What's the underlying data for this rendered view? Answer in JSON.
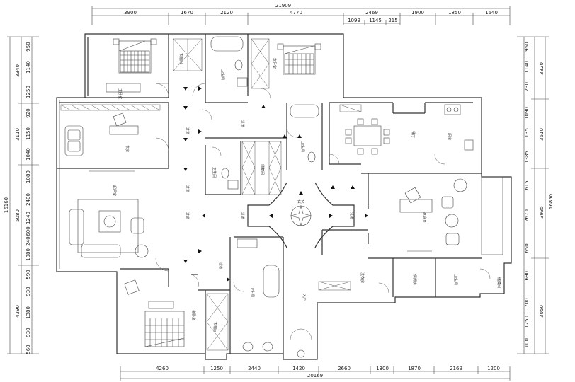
{
  "dimensions": {
    "top_total": "21909",
    "top_segments_left": [
      "3900",
      "1670",
      "2120",
      "4770"
    ],
    "top_segments_right": [
      "2469",
      "1900",
      "1850",
      "1640"
    ],
    "top_sub_segments": [
      "1099",
      "1145",
      "215"
    ],
    "bottom_segments": [
      "4260",
      "1250",
      "2440",
      "1420",
      "2660",
      "1300",
      "1870",
      "2169",
      "1200"
    ],
    "bottom_total": "20169",
    "left_total": "16160",
    "left_groups": [
      "3340",
      "3110",
      "5080",
      "4390"
    ],
    "left_segments": [
      "950",
      "1140",
      "1250",
      "920",
      "1150",
      "1040",
      "1080",
      "2400",
      "1240",
      "600",
      "240",
      "1080",
      "590",
      "930",
      "1380",
      "930",
      "560"
    ],
    "right_total": "16850",
    "right_groups": [
      "3320",
      "3610",
      "3935",
      "3050"
    ],
    "right_segments": [
      "950",
      "1140",
      "1230",
      "1090",
      "1135",
      "1385",
      "615",
      "2670",
      "650",
      "1690",
      "700",
      "1250",
      "1100"
    ]
  },
  "rooms": {
    "master_bedroom": "主卧室",
    "study": "书房",
    "master_bath": "卫生间",
    "second_bedroom": "次卧室",
    "corridor": "过道",
    "living_room": "起居室",
    "dining_room": "餐厅",
    "kitchen": "厨房",
    "guest_bedroom": "客卧室",
    "foyer": "玄关",
    "family_room": "家庭室",
    "cloakroom": "衣帽间",
    "storage": "储藏间",
    "laundry": "洗衣房",
    "nanny_room": "保姆房",
    "guest_bath": "卫生间",
    "entry": "入户"
  }
}
